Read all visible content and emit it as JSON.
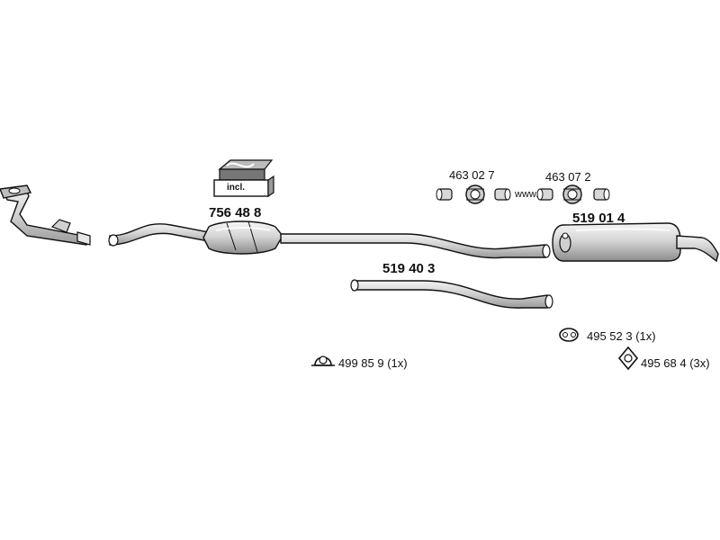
{
  "parts": {
    "front_pipe": {},
    "catalyst": {
      "number": "756 48 8"
    },
    "kit_box": {
      "text": "incl."
    },
    "centre_pipe": {},
    "intermediate_pipe": {
      "number": "519 40 3"
    },
    "rear_silencer": {
      "number": "519 01 4"
    },
    "clamp_a": {
      "number": "463 02 7"
    },
    "clamp_b": {
      "number": "463 07 2"
    },
    "www_text": "www."
  },
  "accessories": {
    "hanger_a": {
      "label": "499 85 9 (1x)"
    },
    "hanger_b": {
      "label": "495 52 3 (1x)"
    },
    "gasket": {
      "label": "495 68 4 (3x)"
    }
  },
  "colors": {
    "line": "#111111",
    "fill_light": "#e4e4e4",
    "fill_mid": "#bdbdbd",
    "fill_dark": "#8a8a8a"
  }
}
